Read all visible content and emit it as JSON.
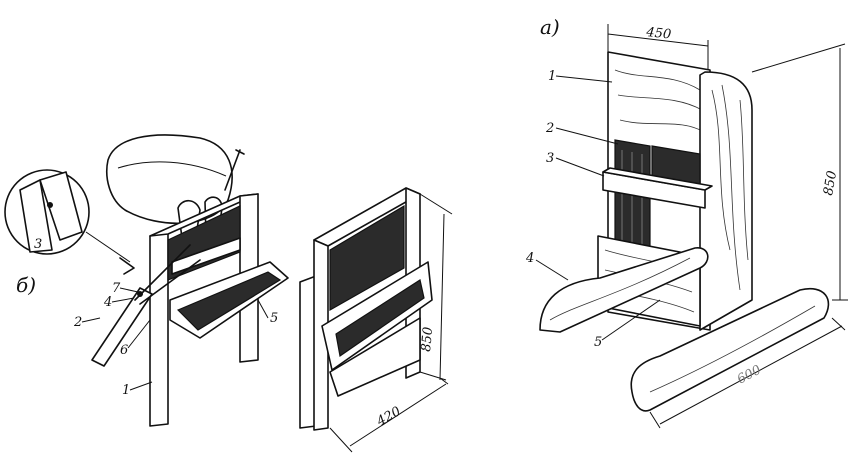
{
  "figure": {
    "panel_a_label": "а)",
    "panel_b_label": "б)"
  },
  "panel_a": {
    "dim_width": "450",
    "dim_height": "850",
    "dim_base": "600",
    "parts": [
      "1",
      "2",
      "3",
      "4",
      "5"
    ]
  },
  "panel_b": {
    "dim_height": "850",
    "dim_depth": "420",
    "parts": [
      "1",
      "2",
      "3",
      "4",
      "5",
      "6",
      "7"
    ]
  }
}
